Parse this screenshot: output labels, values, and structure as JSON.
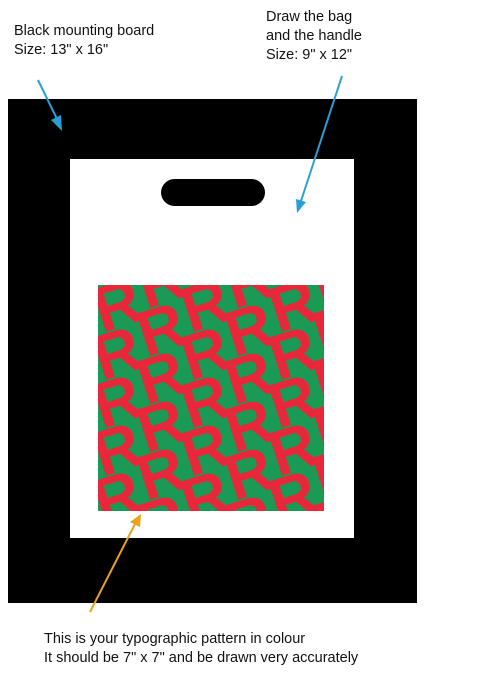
{
  "labels": {
    "board": {
      "line1": "Black mounting board",
      "line2": "Size: 13\" x 16\""
    },
    "bag": {
      "line1": "Draw the bag",
      "line2": "and the handle",
      "line3": "Size: 9\" x 12\""
    },
    "pattern": {
      "line1": "This is your typographic pattern in colour",
      "line2": "It should be 7\" x 7\" and be drawn very accurately"
    }
  },
  "colors": {
    "board": "#000000",
    "bag": "#ffffff",
    "pattern_background": "#1a9a55",
    "pattern_letter": "#e8283a",
    "arrow_blue": "#2a9fd6",
    "arrow_orange": "#e8a21c"
  },
  "pattern": {
    "glyph": "R"
  }
}
